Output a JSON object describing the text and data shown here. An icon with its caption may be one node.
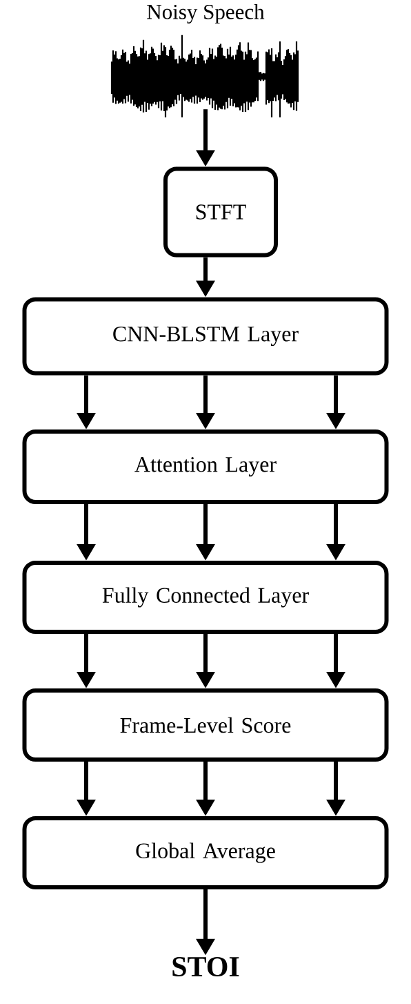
{
  "diagram": {
    "nodes": [
      {
        "text": [
          "Noisy Speech"
        ]
      },
      {
        "text": [
          "STFT"
        ]
      },
      {
        "text": [
          "CNN-BLSTM Layer"
        ]
      },
      {
        "text": [
          "Attention Layer"
        ]
      },
      {
        "text": [
          "Fully Connected Layer"
        ]
      },
      {
        "text": [
          "Frame-Level Score"
        ]
      },
      {
        "text": [
          "Global Average"
        ]
      },
      {
        "text": [
          "STOI"
        ]
      }
    ],
    "edges": [
      {
        "from": 0,
        "to": 1,
        "arrow": "to"
      },
      {
        "from": 1,
        "to": 2,
        "arrow": "to"
      },
      {
        "from": 2,
        "to": 3,
        "arrow": "to"
      },
      {
        "from": 2,
        "to": 3,
        "arrow": "to"
      },
      {
        "from": 2,
        "to": 3,
        "arrow": "to"
      },
      {
        "from": 3,
        "to": 4,
        "arrow": "to"
      },
      {
        "from": 3,
        "to": 4,
        "arrow": "to"
      },
      {
        "from": 3,
        "to": 4,
        "arrow": "to"
      },
      {
        "from": 4,
        "to": 5,
        "arrow": "to"
      },
      {
        "from": 4,
        "to": 5,
        "arrow": "to"
      },
      {
        "from": 4,
        "to": 5,
        "arrow": "to"
      },
      {
        "from": 5,
        "to": 6,
        "arrow": "to"
      },
      {
        "from": 5,
        "to": 6,
        "arrow": "to"
      },
      {
        "from": 5,
        "to": 6,
        "arrow": "to"
      },
      {
        "from": 6,
        "to": 7,
        "arrow": "to"
      }
    ]
  }
}
